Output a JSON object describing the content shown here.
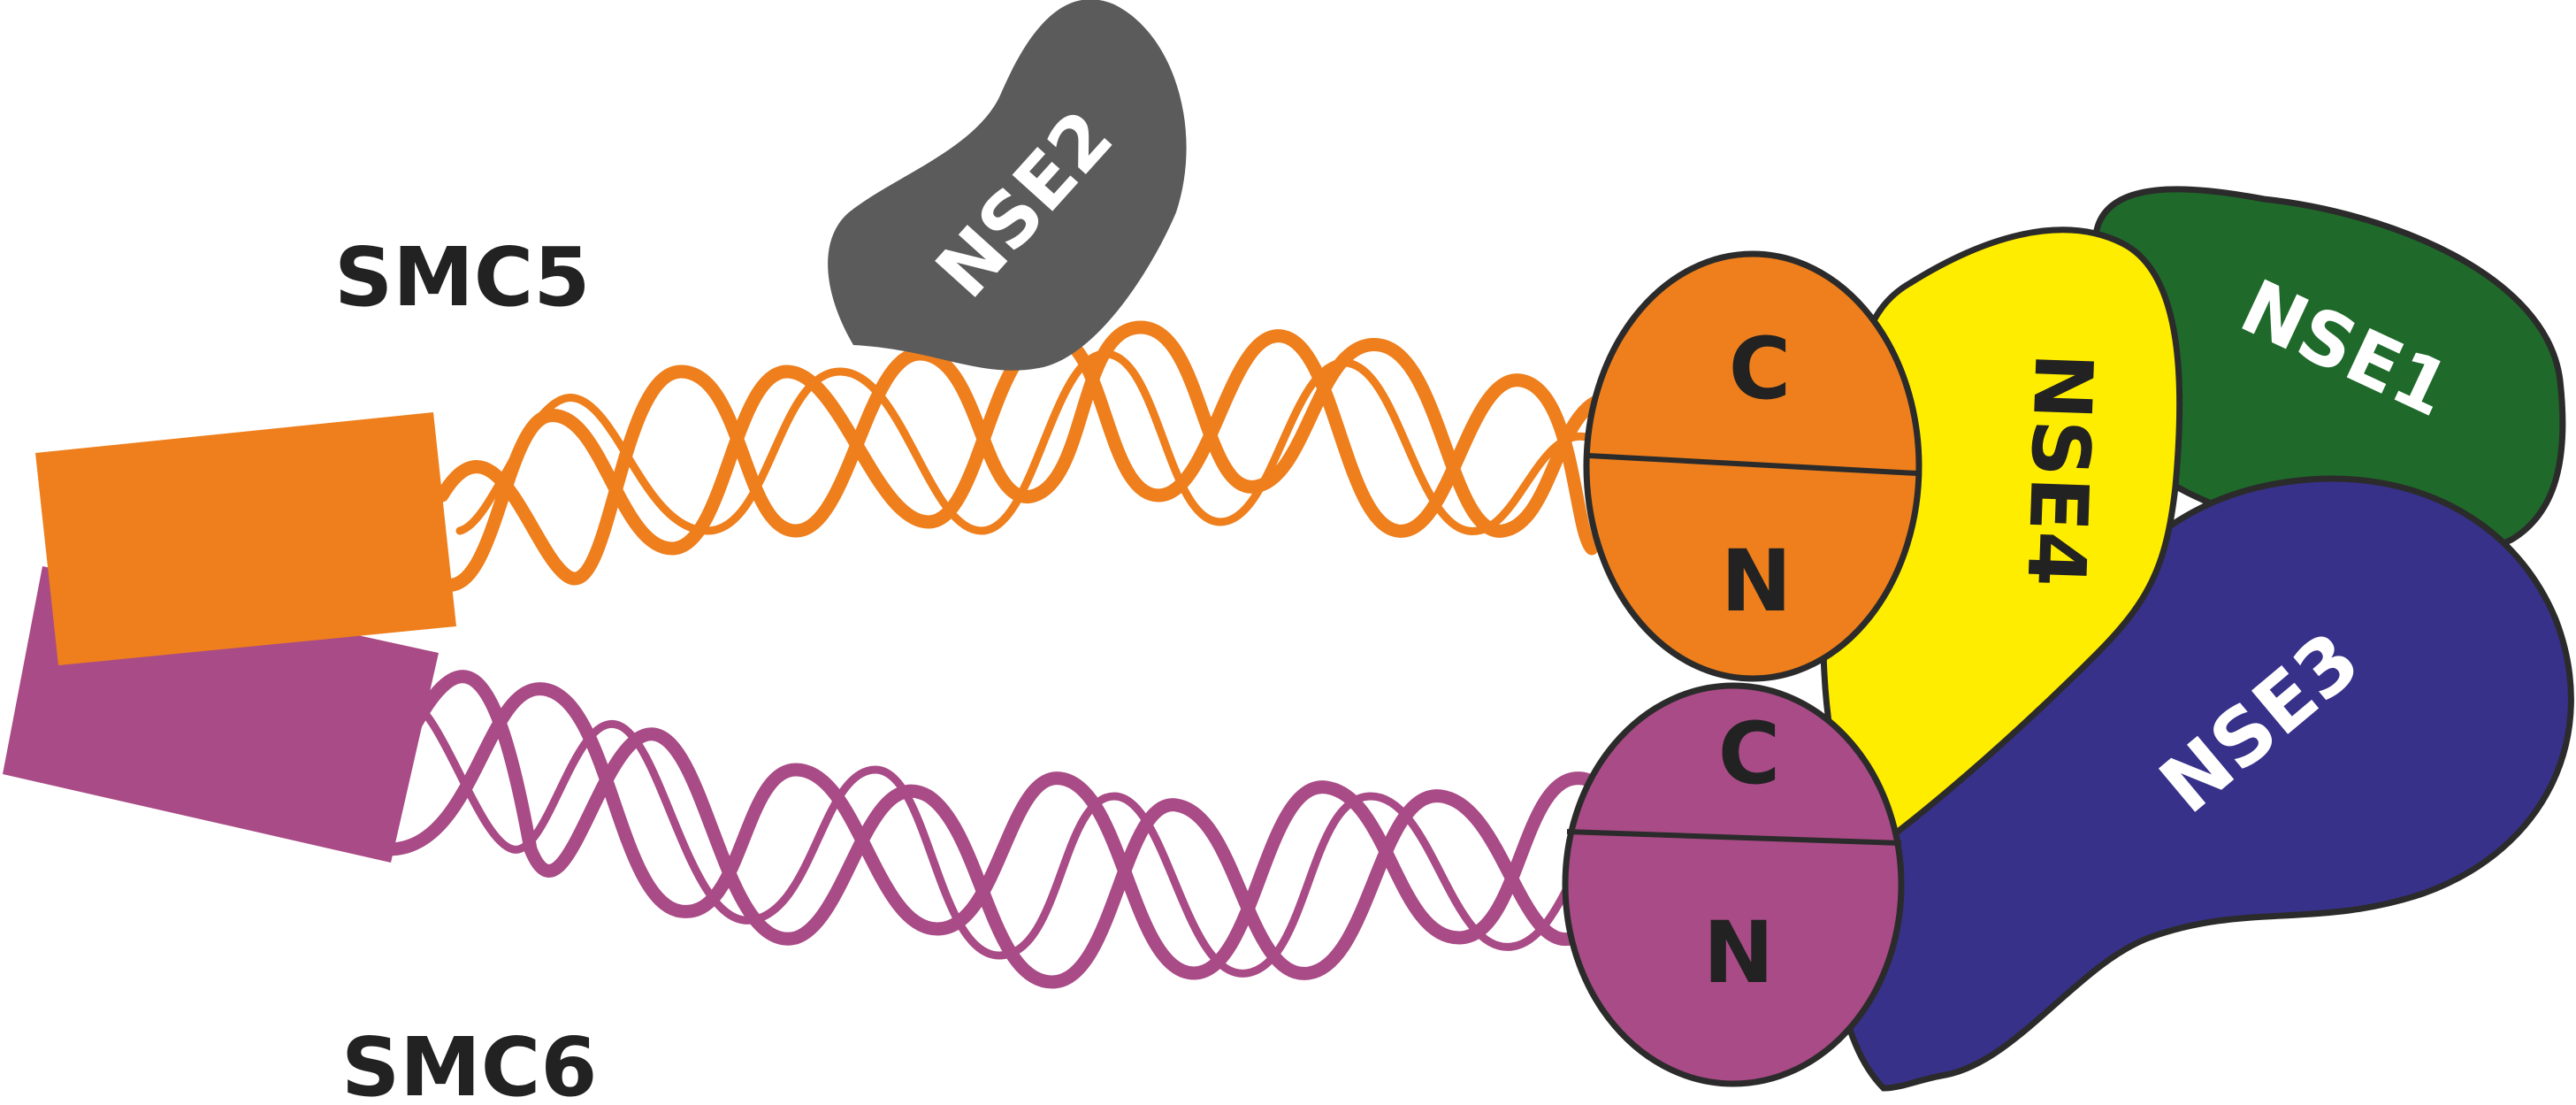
{
  "labels": {
    "smc5": "SMC5",
    "smc6": "SMC6",
    "nse1": "NSE1",
    "nse2": "NSE2",
    "nse3": "NSE3",
    "nse4": "NSE4",
    "smc5_c": "C",
    "smc5_n": "N",
    "smc6_c": "C",
    "smc6_n": "N"
  },
  "colors": {
    "smc5": "#ee7f1c",
    "smc6": "#a94b86",
    "nse1": "#1f6a2a",
    "nse2": "#5b5b5b",
    "nse3": "#37318a",
    "nse4": "#ffed00",
    "outline": "#2b2b2b",
    "label_dark": "#222222",
    "label_light": "#ffffff"
  }
}
